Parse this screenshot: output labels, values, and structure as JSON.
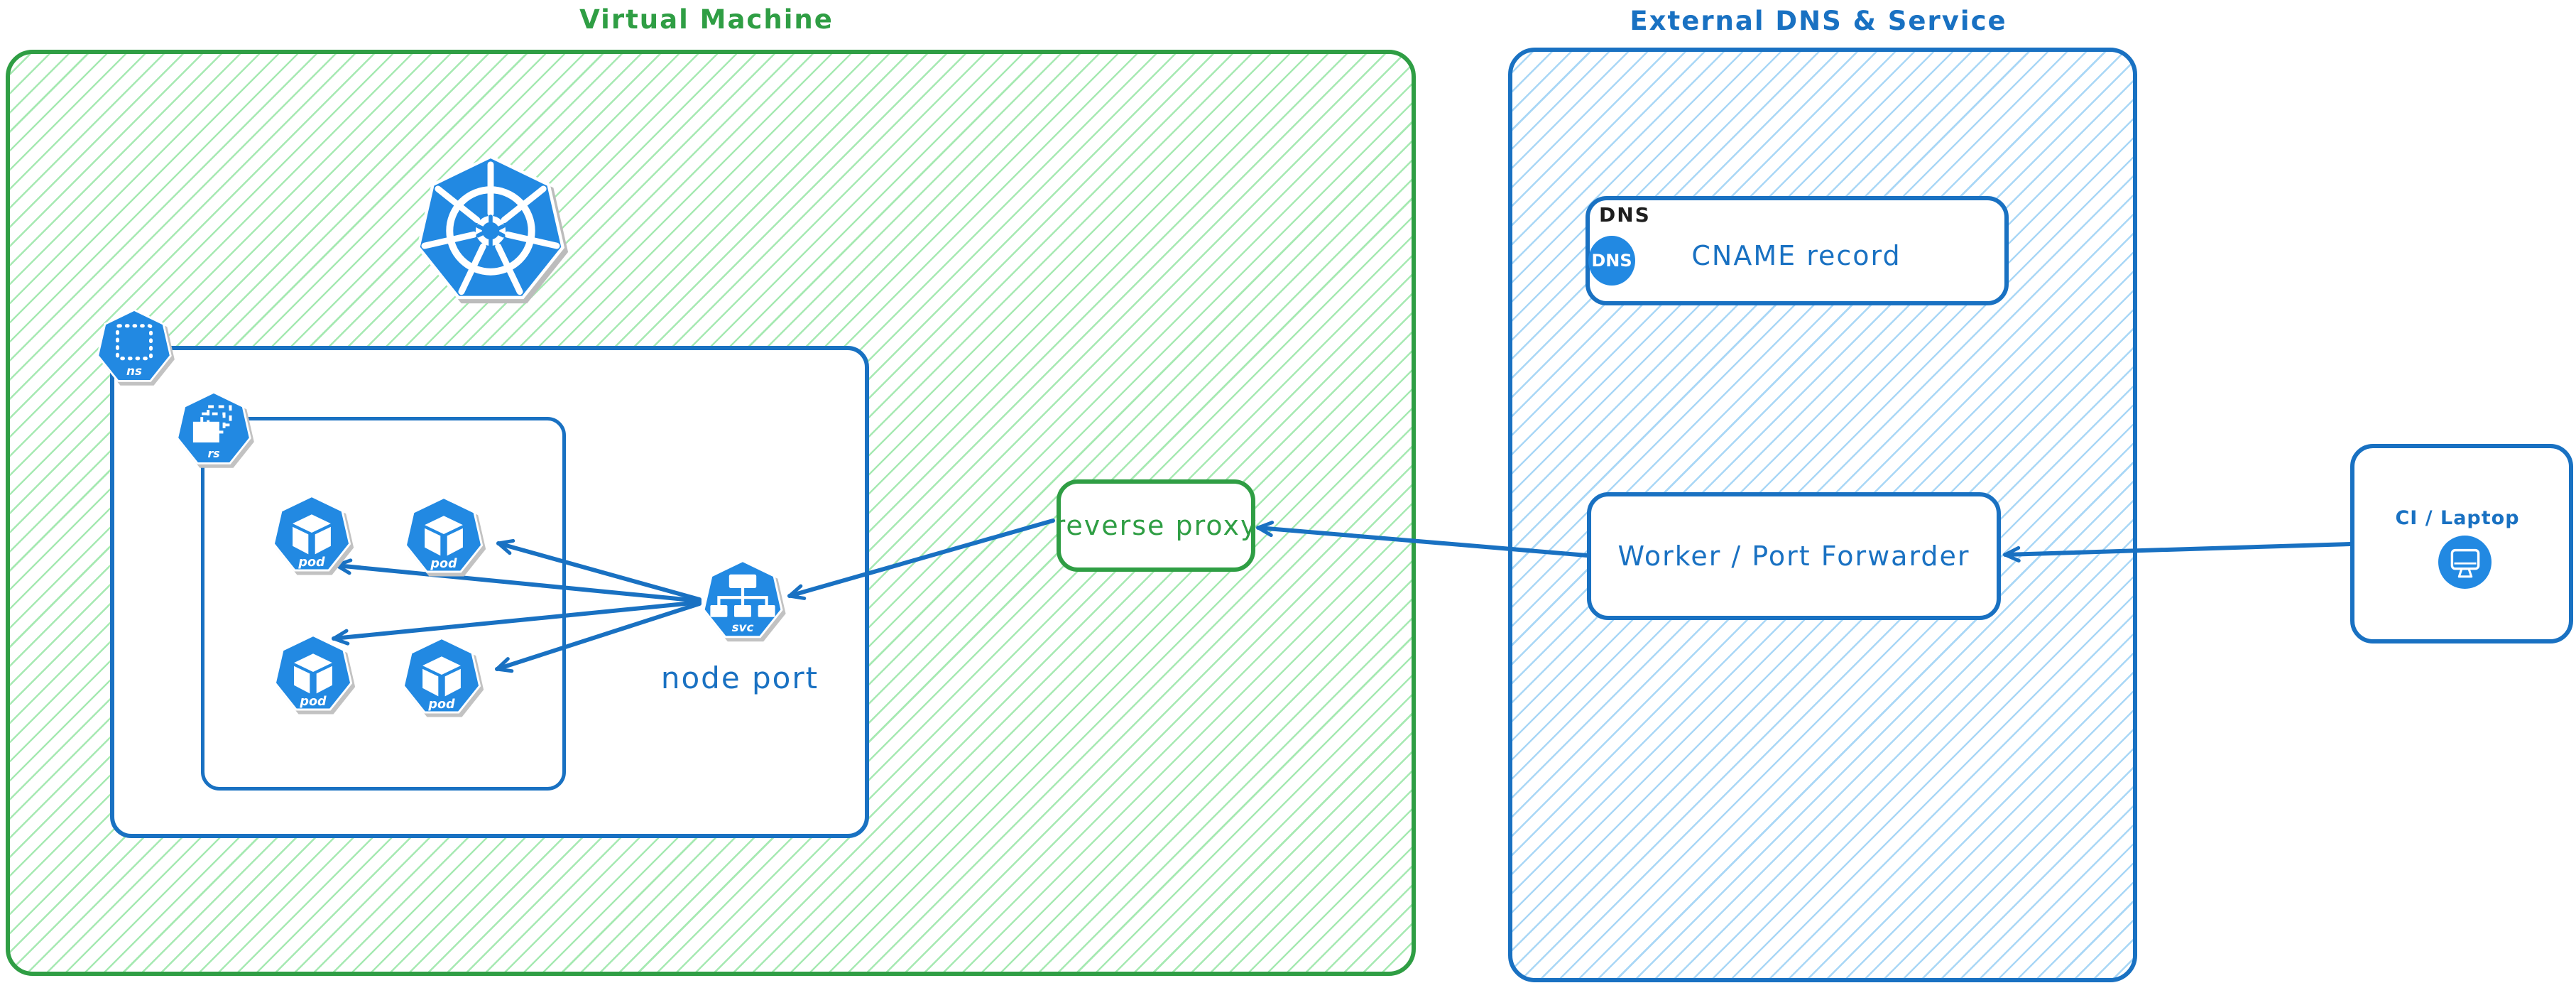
{
  "diagram": {
    "vm": {
      "title": "Virtual Machine",
      "reverse_proxy_label": "reverse proxy",
      "node_port_label": "node port"
    },
    "icons": {
      "ns": "ns",
      "rs": "rs",
      "pod": "pod",
      "svc": "svc"
    },
    "external": {
      "title": "External DNS & Service",
      "dns": {
        "header": "DNS",
        "icon_label": "DNS",
        "record": "CNAME record"
      },
      "worker_label": "Worker / Port Forwarder"
    },
    "ci": {
      "label": "CI / Laptop"
    }
  },
  "colors": {
    "green_stroke": "#2f9e44",
    "green_hatch": "#a6e9b2",
    "blue_stroke": "#1971c2",
    "blue_hatch": "#a9d7f6",
    "icon_blue": "#2289e2",
    "dns_header_black": "#1e1e1e",
    "icon_shadow": "#c2c2c2",
    "background": "#ffffff"
  }
}
